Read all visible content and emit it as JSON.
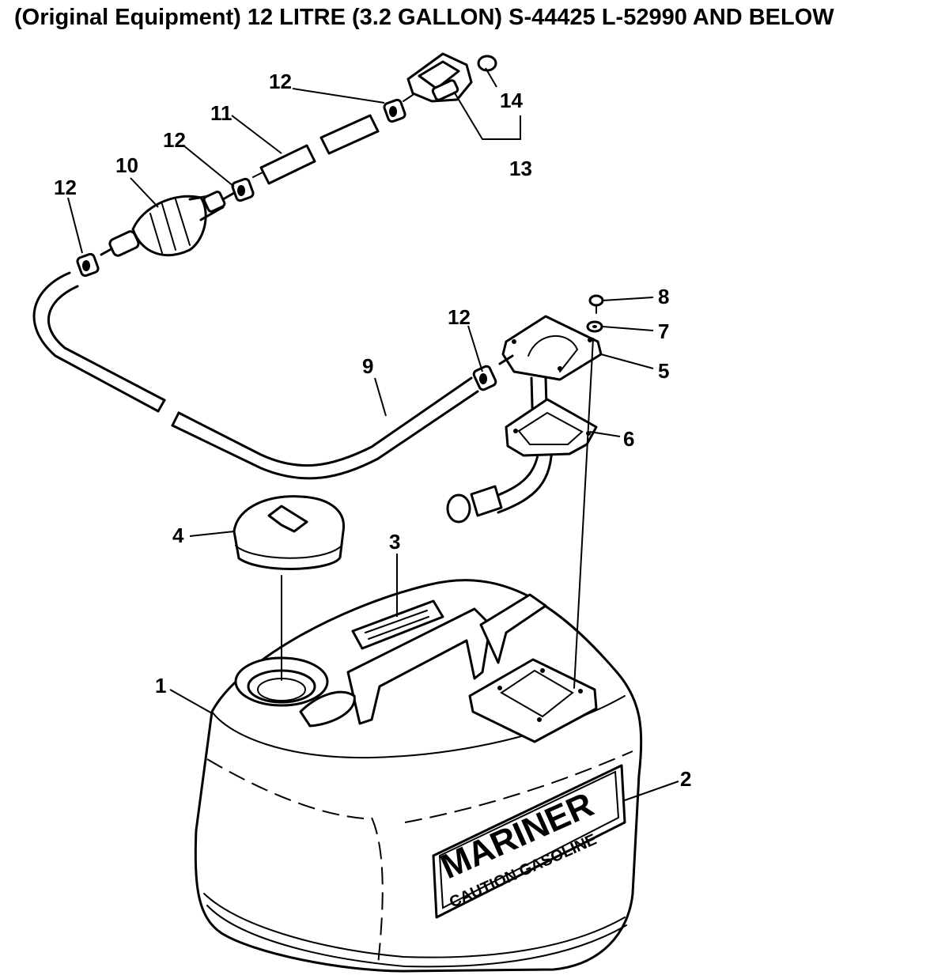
{
  "title": "(Original Equipment) 12 LITRE (3.2 GALLON) S-44425  L-52990 AND BELOW",
  "tank_label": {
    "brand": "MARINER",
    "caution": "CAUTION GASOLINE"
  },
  "callouts": {
    "c1": "1",
    "c2": "2",
    "c3": "3",
    "c4": "4",
    "c5": "5",
    "c6": "6",
    "c7": "7",
    "c8": "8",
    "c9": "9",
    "c10": "10",
    "c11": "11",
    "c12a": "12",
    "c12b": "12",
    "c12c": "12",
    "c12d": "12",
    "c13": "13",
    "c14": "14"
  }
}
